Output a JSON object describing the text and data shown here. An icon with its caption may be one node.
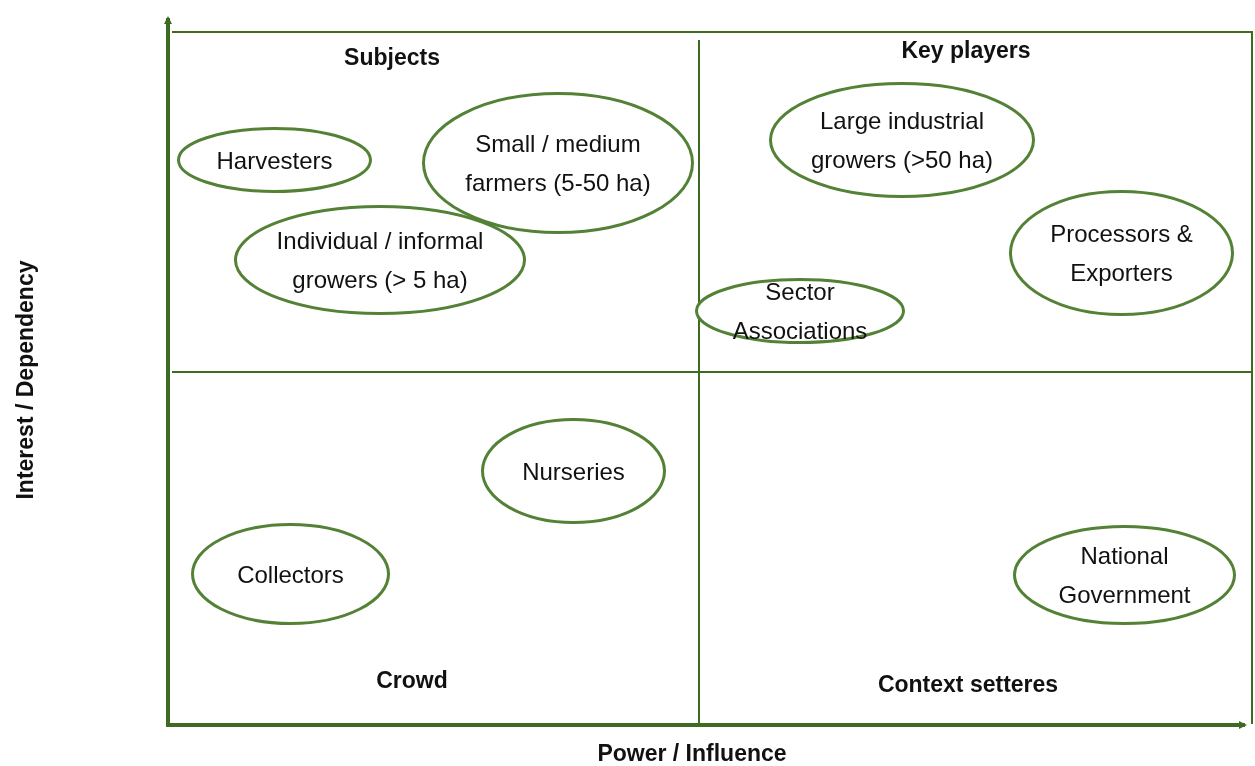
{
  "diagram": {
    "nodes": [
      {
        "text": [
          "Harvesters"
        ]
      },
      {
        "text": [
          "Small / medium farmers (5-50 ha)"
        ]
      },
      {
        "text": [
          "Individual / informal growers (> 5 ha)"
        ]
      },
      {
        "text": [
          "Large industrial growers (>50 ha)"
        ]
      },
      {
        "text": [
          "Processors & Exporters"
        ]
      },
      {
        "text": [
          "Sector Associations"
        ]
      },
      {
        "text": [
          "Nurseries"
        ]
      },
      {
        "text": [
          "Collectors"
        ]
      },
      {
        "text": [
          "National Government"
        ]
      }
    ],
    "labels": [
      "Subjects",
      "Key players",
      "Interest / Dependency",
      "Crowd",
      "Context setteres",
      "Power / Influence"
    ]
  }
}
